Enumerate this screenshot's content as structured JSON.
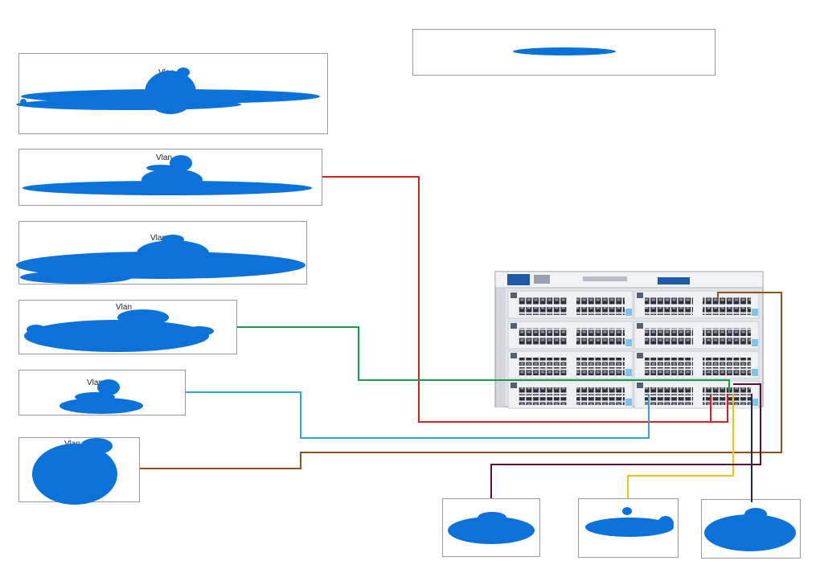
{
  "vlan_boxes": [
    {
      "label": "Vlan"
    },
    {
      "label": "Vlan"
    },
    {
      "label": "Vlan"
    },
    {
      "label": "Vlan"
    },
    {
      "label": "Vlan"
    },
    {
      "label": "Vlan"
    }
  ],
  "colors": {
    "redaction_blue": "#0a72d8",
    "box_border": "#9a9a9a",
    "cable_red": "#d32020",
    "cable_green": "#1a9a4a",
    "cable_cyan": "#2aa8d8",
    "cable_brown": "#8a5320",
    "cable_orange": "#c87a30",
    "cable_yellow": "#f0c020",
    "cable_maroon": "#5a1030",
    "cable_navy": "#1a2a55",
    "switch_body": "#e4e6ea",
    "switch_blue": "#1f5aa8"
  }
}
